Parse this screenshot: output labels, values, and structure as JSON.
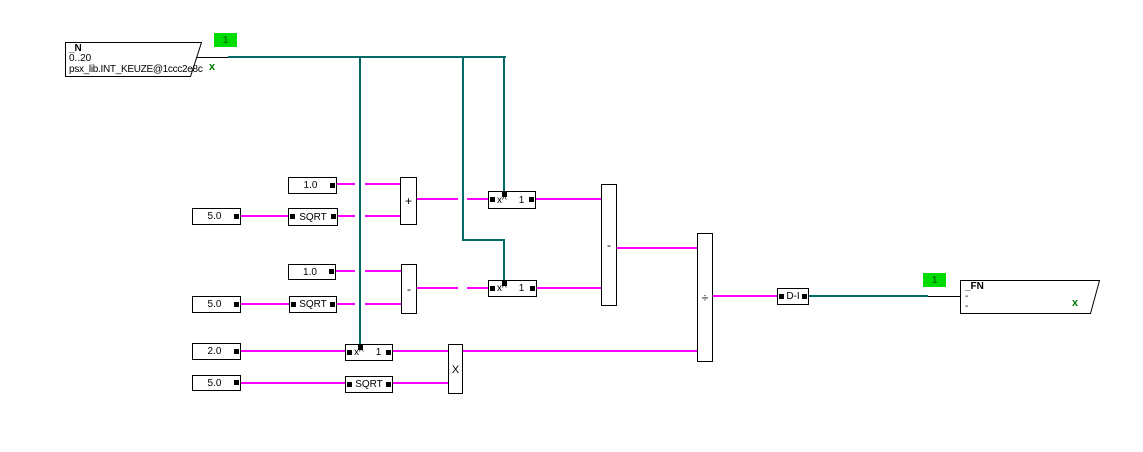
{
  "colors": {
    "wire_analog": "#FF00FF",
    "wire_integer": "#006A6A",
    "wire_plain": "#000000",
    "badge_bg": "#00DC00",
    "badge_text": "#007700",
    "mark_green": "#007700"
  },
  "source": {
    "title": "_N",
    "range": "0..20",
    "ref": "psx_lib.INT_KEUZE@1ccc2e8c",
    "badge": "1",
    "mark": "x"
  },
  "sink": {
    "title": "_FN",
    "line1": "-",
    "line2": "-",
    "badge": "1",
    "mark": "x"
  },
  "blocks": {
    "c1": "1.0",
    "c2": "5.0",
    "sqrt1": "SQRT",
    "add": "+",
    "c3": "1.0",
    "c4": "5.0",
    "sqrt2": "SQRT",
    "sub": "-",
    "c5": "2.0",
    "c6": "5.0",
    "sqrt3": "SQRT",
    "pow1": {
      "label": "x^",
      "exp": "1"
    },
    "pow2": {
      "label": "x^",
      "exp": "1"
    },
    "pow3": {
      "label": "x^",
      "exp": "1"
    },
    "sub_main": "-",
    "mul": "X",
    "div": "÷",
    "converter": "D-I"
  }
}
